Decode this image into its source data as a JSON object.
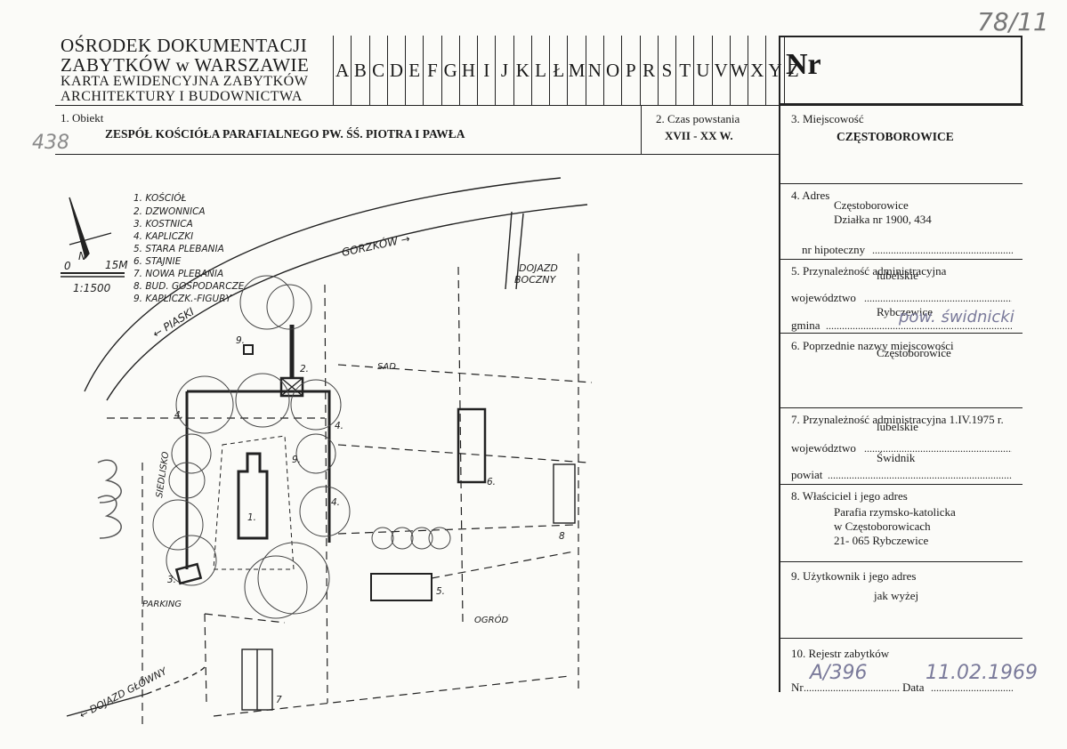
{
  "corner_number": "78/11",
  "header": {
    "line1": "OŚRODEK DOKUMENTACJI",
    "line2": "ZABYTKÓW w WARSZAWIE",
    "line3": "KARTA EWIDENCYJNA ZABYTKÓW",
    "line4": "ARCHITEKTURY I BUDOWNICTWA",
    "letters": [
      "A",
      "B",
      "C",
      "D",
      "E",
      "F",
      "G",
      "H",
      "I",
      "J",
      "K",
      "L",
      "Ł",
      "M",
      "N",
      "O",
      "P",
      "R",
      "S",
      "T",
      "U",
      "V",
      "W",
      "X",
      "Y",
      "Z"
    ],
    "nr_label": "Nr"
  },
  "fields": {
    "obiekt_label": "1. Obiekt",
    "obiekt_value": "ZESPÓŁ KOŚCIÓŁA PARAFIALNEGO PW. ŚŚ. PIOTRA I PAWŁA",
    "obiekt_handnote": "438",
    "czas_label": "2. Czas powstania",
    "czas_value": "XVII - XX W.",
    "miejscowosc_label": "3. Miejscowość",
    "miejscowosc_value": "CZĘSTOBOROWICE",
    "adres_label": "4. Adres",
    "adres_line1": "Częstoborowice",
    "adres_line2": "Działka nr 1900, 434",
    "hipoteczny_label": "nr hipoteczny",
    "przynaleznosc_label": "5. Przynależność administracyjna",
    "wojewodztwo_label": "województwo",
    "wojewodztwo_value": "lubelskie",
    "gmina_label": "gmina",
    "gmina_value": "Rybczewice",
    "gmina_handnote": "pow. świdnicki",
    "poprzednie_label": "6. Poprzednie nazwy miejscowości",
    "poprzednie_value": "Częstoborowice",
    "przynaleznosc1975_label": "7. Przynależność administracyjna 1.IV.1975 r.",
    "wojewodztwo1975_label": "województwo",
    "wojewodztwo1975_value": "lubelskie",
    "powiat_label": "powiat",
    "powiat_value": "Świdnik",
    "wlasciciel_label": "8. Właściciel i jego adres",
    "wlasciciel_line1": "Parafia rzymsko-katolicka",
    "wlasciciel_line2": "w Częstoborowicach",
    "wlasciciel_line3": "21- 065 Rybczewice",
    "uzytkownik_label": "9. Użytkownik i jego adres",
    "uzytkownik_value": "jak wyżej",
    "rejestr_label": "10. Rejestr zabytków",
    "rejestr_nr_label": "Nr",
    "rejestr_nr_value": "A/396",
    "rejestr_data_label": "Data",
    "rejestr_data_value": "11.02.1969"
  },
  "plan": {
    "legend": [
      "1. KOŚCIÓŁ",
      "2. DZWONNICA",
      "3. KOSTNICA",
      "4. KAPLICZKI",
      "5. STARA PLEBANIA",
      "6. STAJNIE",
      "7. NOWA PLEBANIA",
      "8. BUD. GOSPODARCZE",
      "9. KAPLICZK.-FIGURY"
    ],
    "north": "N",
    "scale_zero": "0",
    "scale_len": "15M",
    "scale_ratio": "1:1500",
    "road_gorzkow": "GORZKÓW →",
    "road_piaski": "← PIASKI",
    "road_boczny_1": "DOJAZD",
    "road_boczny_2": "BOCZNY",
    "road_glowny": "← DOJAZD GŁÓWNY",
    "sad": "SAD",
    "ogrod": "OGRÓD",
    "parking": "PARKING",
    "siedlisko": "SIEDLISKO",
    "nums": {
      "n1": "1.",
      "n2": "2.",
      "n3": "3.",
      "n4a": "4.",
      "n4b": "4.",
      "n4c": "4.",
      "n5": "5.",
      "n6": "6.",
      "n7": "7",
      "n8": "8",
      "n9a": "9.",
      "n9b": "9."
    }
  }
}
